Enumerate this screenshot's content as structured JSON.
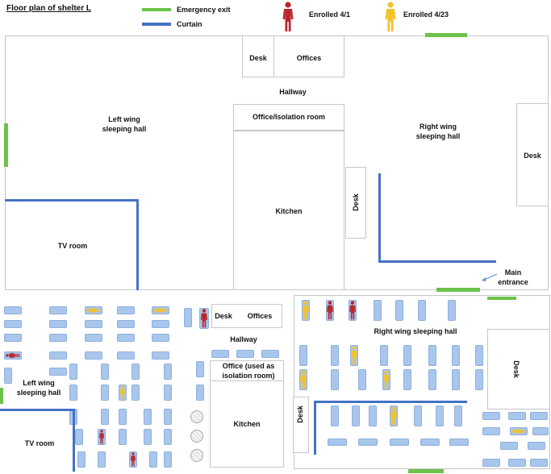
{
  "title": "Floor plan of shelter L",
  "legend": {
    "exit_label": "Emergency exit",
    "curtain_label": "Curtain",
    "enrolled_early_label": "Enrolled 4/1",
    "enrolled_late_label": "Enrolled 4/23"
  },
  "colors": {
    "exit": "#6cc24a",
    "curtain": "#4472c4",
    "enrolled_early": "#b8282e",
    "enrolled_late": "#f2c12e",
    "bed": "#a9c6ec"
  },
  "plan_top": {
    "desk": "Desk",
    "offices": "Offices",
    "hallway": "Hallway",
    "office_isolation": "Office/Isolation room",
    "left_wing_line1": "Left wing",
    "left_wing_line2": "sleeping hall",
    "right_wing_line1": "Right wing",
    "right_wing_line2": "sleeping hall",
    "right_desk": "Desk",
    "kitchen": "Kitchen",
    "kitchen_desk": "Desk",
    "tv_room": "TV room",
    "main_entrance_line1": "Main",
    "main_entrance_line2": "entrance"
  },
  "plan_bottom": {
    "desk": "Desk",
    "offices": "Offices",
    "hallway": "Hallway",
    "office_line1": "Office (used as",
    "office_line2": "isolation room)",
    "left_wing_line1": "Left wing",
    "left_wing_line2": "sleeping hall",
    "right_wing": "Right wing sleeping hall",
    "right_desk": "Desk",
    "kitchen": "Kitchen",
    "kitchen_desk": "Desk",
    "tv_room": "TV room"
  }
}
